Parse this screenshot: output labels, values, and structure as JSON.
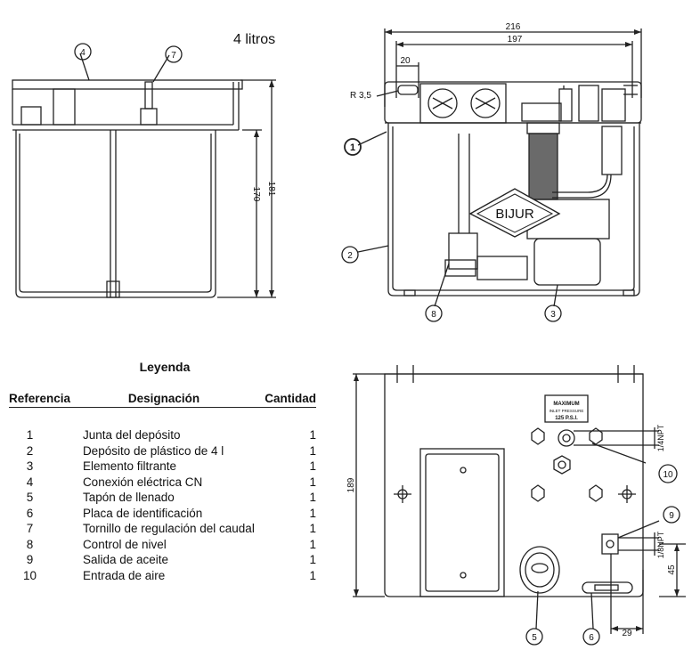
{
  "top_label": "4 litros",
  "legend": {
    "title": "Leyenda",
    "headers": {
      "ref": "Referencia",
      "des": "Designación",
      "qty": "Cantidad"
    },
    "rows": [
      {
        "ref": "1",
        "des": "Junta del depósito",
        "qty": "1"
      },
      {
        "ref": "2",
        "des": "Depósito de plástico de 4 l",
        "qty": "1"
      },
      {
        "ref": "3",
        "des": "Elemento filtrante",
        "qty": "1"
      },
      {
        "ref": "4",
        "des": "Conexión eléctrica CN",
        "qty": "1"
      },
      {
        "ref": "5",
        "des": "Tapón de llenado",
        "qty": "1"
      },
      {
        "ref": "6",
        "des": "Placa de identificación",
        "qty": "1"
      },
      {
        "ref": "7",
        "des": "Tornillo de regulación del caudal",
        "qty": "1"
      },
      {
        "ref": "8",
        "des": "Control de nivel",
        "qty": "1"
      },
      {
        "ref": "9",
        "des": "Salida de aceite",
        "qty": "1"
      },
      {
        "ref": "10",
        "des": "Entrada de aire",
        "qty": "1"
      }
    ]
  },
  "dimensions": {
    "total_width": "216",
    "inner_width": "197",
    "flange": "20",
    "radius": "R 3,5",
    "height_tank": "170",
    "height_total": "181",
    "height_back": "189",
    "thread_air": "1/4NPT",
    "thread_oil": "1/8NPT",
    "offset_29": "29",
    "offset_45": "45"
  },
  "callouts": {
    "c1": "1",
    "c2": "2",
    "c3": "3",
    "c4": "4",
    "c5": "5",
    "c6": "6",
    "c7": "7",
    "c8": "8",
    "c9": "9",
    "c10": "10"
  },
  "brand": "BIJUR",
  "pressure_plate": {
    "line1": "MAXIMUM",
    "line2": "INLET PRESSURE",
    "line3": "125 P.S.I."
  }
}
